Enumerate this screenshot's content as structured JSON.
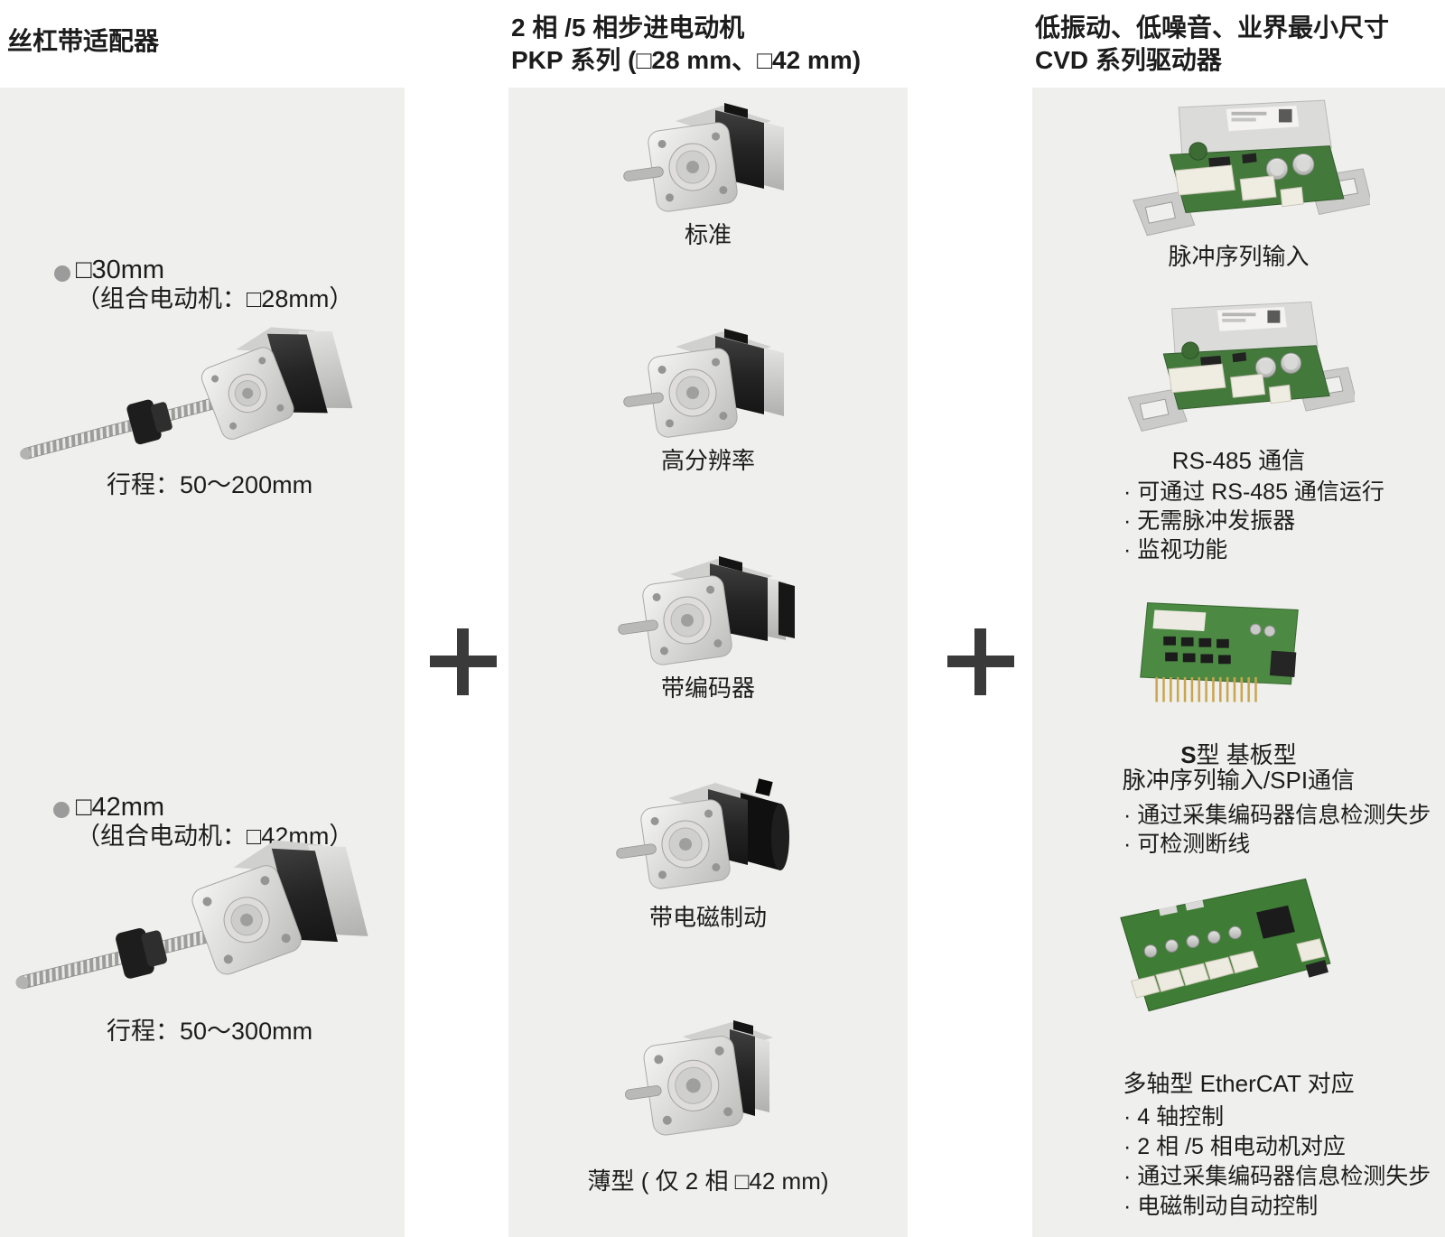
{
  "header": {
    "left_title": "丝杠带适配器",
    "middle_title_line1": "2 相 /5 相步进电动机",
    "middle_series_bold": "PKP",
    "middle_series_rest": " 系列 (□28 mm、□42 mm)",
    "right_title_line1": "低振动、低噪音、业界最小尺寸",
    "right_series_bold": "CVD",
    "right_series_rest": " 系列驱动器"
  },
  "left": {
    "products": [
      {
        "size": "□30mm",
        "combo": "（组合电动机：□28mm）",
        "stroke": "行程：50～200mm"
      },
      {
        "size": "□42mm",
        "combo": "（组合电动机：□42mm）",
        "stroke": "行程：50～300mm"
      }
    ]
  },
  "middle": {
    "items": [
      {
        "label": "标准"
      },
      {
        "label": "高分辨率"
      },
      {
        "label": "带编码器"
      },
      {
        "label": "带电磁制动"
      },
      {
        "label": "薄型 ( 仅 2 相 □42 mm)"
      }
    ]
  },
  "right": {
    "sections": [
      {
        "title": "脉冲序列输入"
      },
      {
        "title": "RS-485 通信",
        "bullets": [
          "· 可通过 RS-485 通信运行",
          "· 无需脉冲发振器",
          "· 监视功能"
        ]
      },
      {
        "title_bold": "S",
        "title_rest": "型 基板型",
        "subtitle": "脉冲序列输入/SPI通信",
        "bullets": [
          "· 通过采集编码器信息检测失步",
          "· 可检测断线"
        ]
      },
      {
        "title": "多轴型 EtherCAT 对应",
        "bullets": [
          "· 4 轴控制",
          "· 2 相 /5 相电动机对应",
          "· 通过采集编码器信息检测失步",
          "· 电磁制动自动控制"
        ]
      }
    ]
  },
  "plus_sign": "+",
  "colors": {
    "panel": "#efefed",
    "text": "#1c1c1c",
    "plus": "#3a3a3a",
    "bullet_gray": "#9b9b9b",
    "motor_dark": "#232323",
    "plate_silver": "#d7d7d5",
    "bracket_silver": "#cfcfcd",
    "pcb_green": "#44793c"
  }
}
